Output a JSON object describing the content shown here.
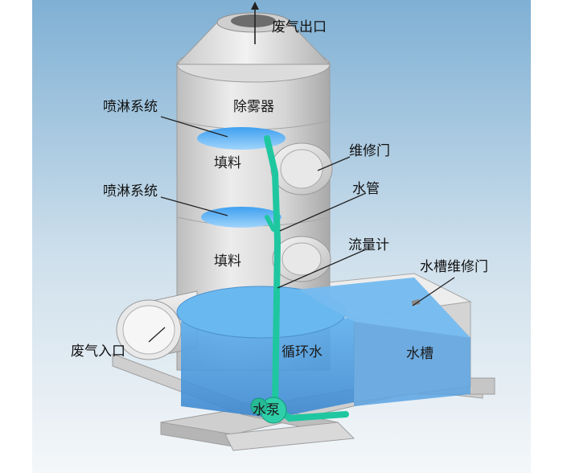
{
  "labels": {
    "exhaust_outlet": "废气出口",
    "demister": "除雾器",
    "spray_system_upper": "喷淋系统",
    "packing_upper": "填料",
    "access_door": "维修门",
    "spray_system_lower": "喷淋系统",
    "water_pipe": "水管",
    "packing_lower": "填料",
    "flow_meter": "流量计",
    "tank_access_door": "水槽维修门",
    "exhaust_inlet": "废气入口",
    "circulating_water": "循环水",
    "water_tank": "水槽",
    "water_pump": "水泵"
  },
  "colors": {
    "background_top": "#7fb0d4",
    "tower_body": "#e2e2e2",
    "water": "#5fa8e6",
    "pipe": "#1fc7a0",
    "frame": "#cfcfcf"
  }
}
